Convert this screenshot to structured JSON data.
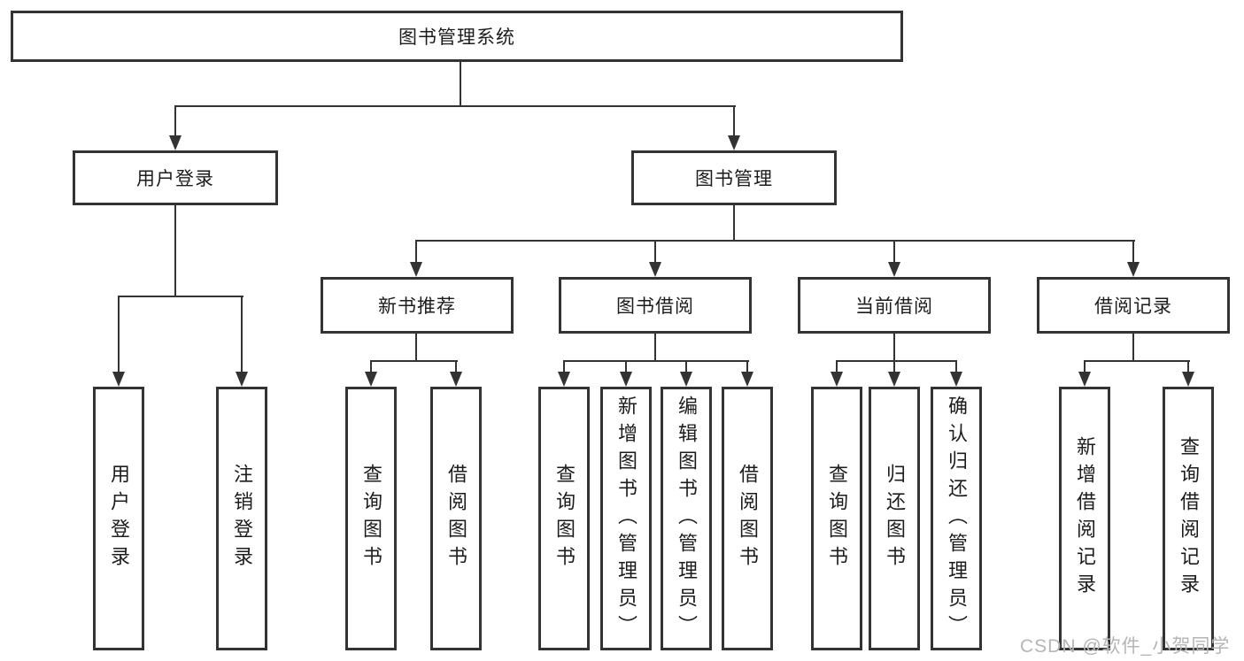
{
  "diagram": {
    "type": "tree",
    "root": {
      "label": "图书管理系统",
      "children": [
        {
          "label": "用户登录",
          "children": [
            {
              "label": "用户登录"
            },
            {
              "label": "注销登录"
            }
          ]
        },
        {
          "label": "图书管理",
          "children": [
            {
              "label": "新书推荐",
              "children": [
                {
                  "label": "查询图书"
                },
                {
                  "label": "借阅图书"
                }
              ]
            },
            {
              "label": "图书借阅",
              "children": [
                {
                  "label": "查询图书"
                },
                {
                  "label": "新增图书（管理员）"
                },
                {
                  "label": "编辑图书（管理员）"
                },
                {
                  "label": "借阅图书"
                }
              ]
            },
            {
              "label": "当前借阅",
              "children": [
                {
                  "label": "查询图书"
                },
                {
                  "label": "归还图书"
                },
                {
                  "label": "确认归还（管理员）"
                }
              ]
            },
            {
              "label": "借阅记录",
              "children": [
                {
                  "label": "新增借阅记录"
                },
                {
                  "label": "查询借阅记录"
                }
              ]
            }
          ]
        }
      ]
    },
    "colors": {
      "line": "#333333",
      "border": "#333333",
      "text": "#1c1c1c",
      "background": "#ffffff",
      "watermark": "#b5b5b5"
    }
  },
  "watermark": {
    "text": "CSDN @软件_小贺同学"
  }
}
